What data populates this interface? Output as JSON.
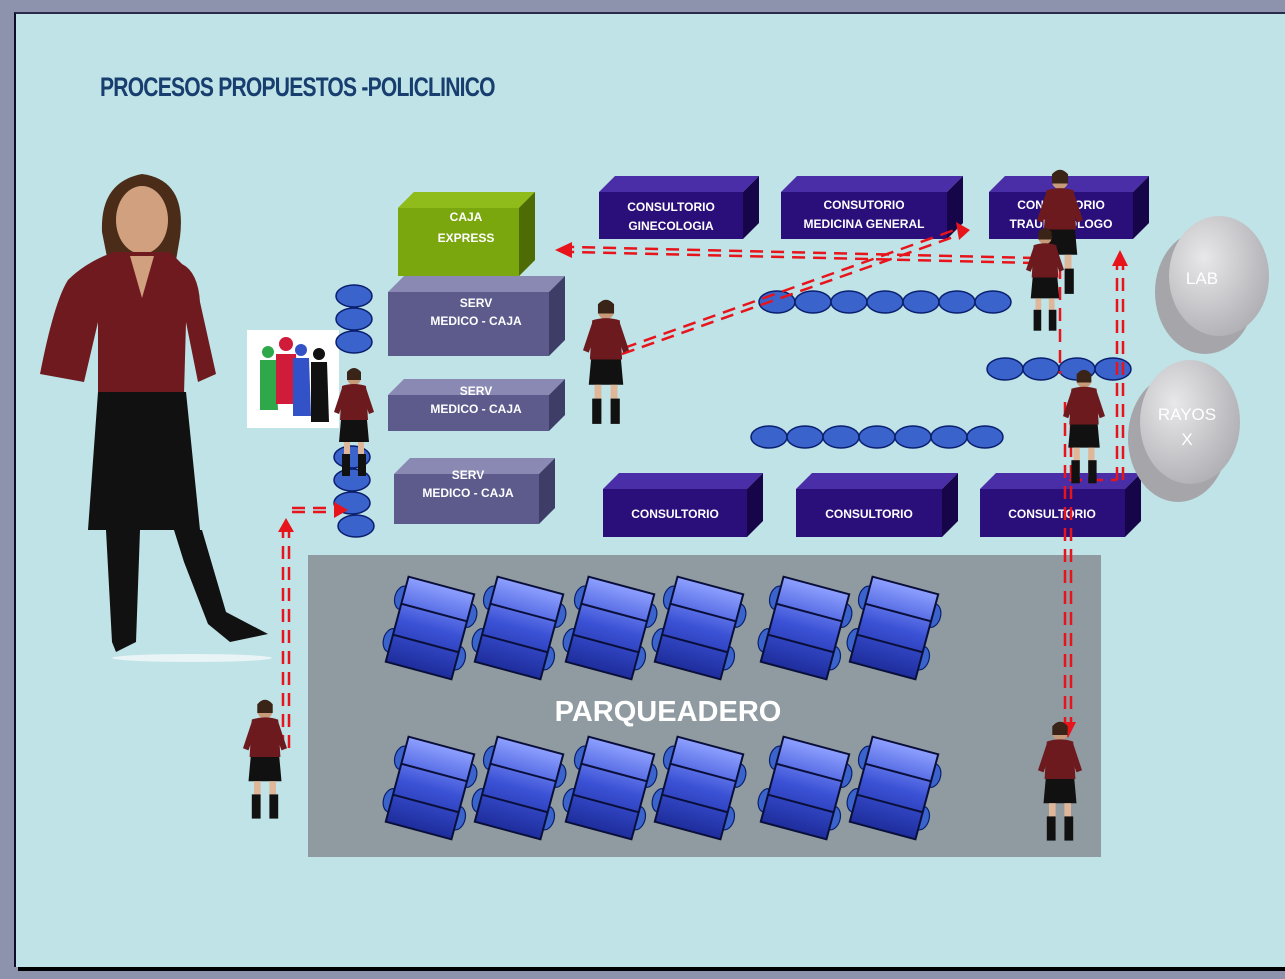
{
  "title": "PROCESOS PROPUESTOS -POLICLINICO",
  "caja_express": {
    "line1": "CAJA",
    "line2": "EXPRESS",
    "color": "#7aa60e"
  },
  "serv_boxes": [
    {
      "line1": "SERV",
      "line2": "MEDICO - CAJA"
    },
    {
      "line1": "SERV",
      "line2": "MEDICO - CAJA"
    },
    {
      "line1": "SERV",
      "line2": "MEDICO - CAJA"
    }
  ],
  "consultorios_top": [
    {
      "line1": "CONSULTORIO",
      "line2": "GINECOLOGIA"
    },
    {
      "line1": "CONSUTORIO",
      "line2": "MEDICINA GENERAL"
    },
    {
      "line1": "CONSULTORIO",
      "line2": "TRAUMATOLOGO"
    }
  ],
  "consultorios_bottom": [
    {
      "label": "CONSULTORIO"
    },
    {
      "label": "CONSULTORIO"
    },
    {
      "label": "CONSULTORIO"
    }
  ],
  "lab": {
    "label": "LAB"
  },
  "rayos": {
    "line1": "RAYOS",
    "line2": "X"
  },
  "parking": {
    "label": "PARQUEADERO"
  },
  "colors": {
    "background": "#bfe3e6",
    "title": "#173e6e",
    "consultorio": "#2a0f7a",
    "serv_box": "#5c5b8c",
    "parking": "#8f9ba0",
    "seat": "#3b58d8",
    "arrow": "#e8141c"
  }
}
